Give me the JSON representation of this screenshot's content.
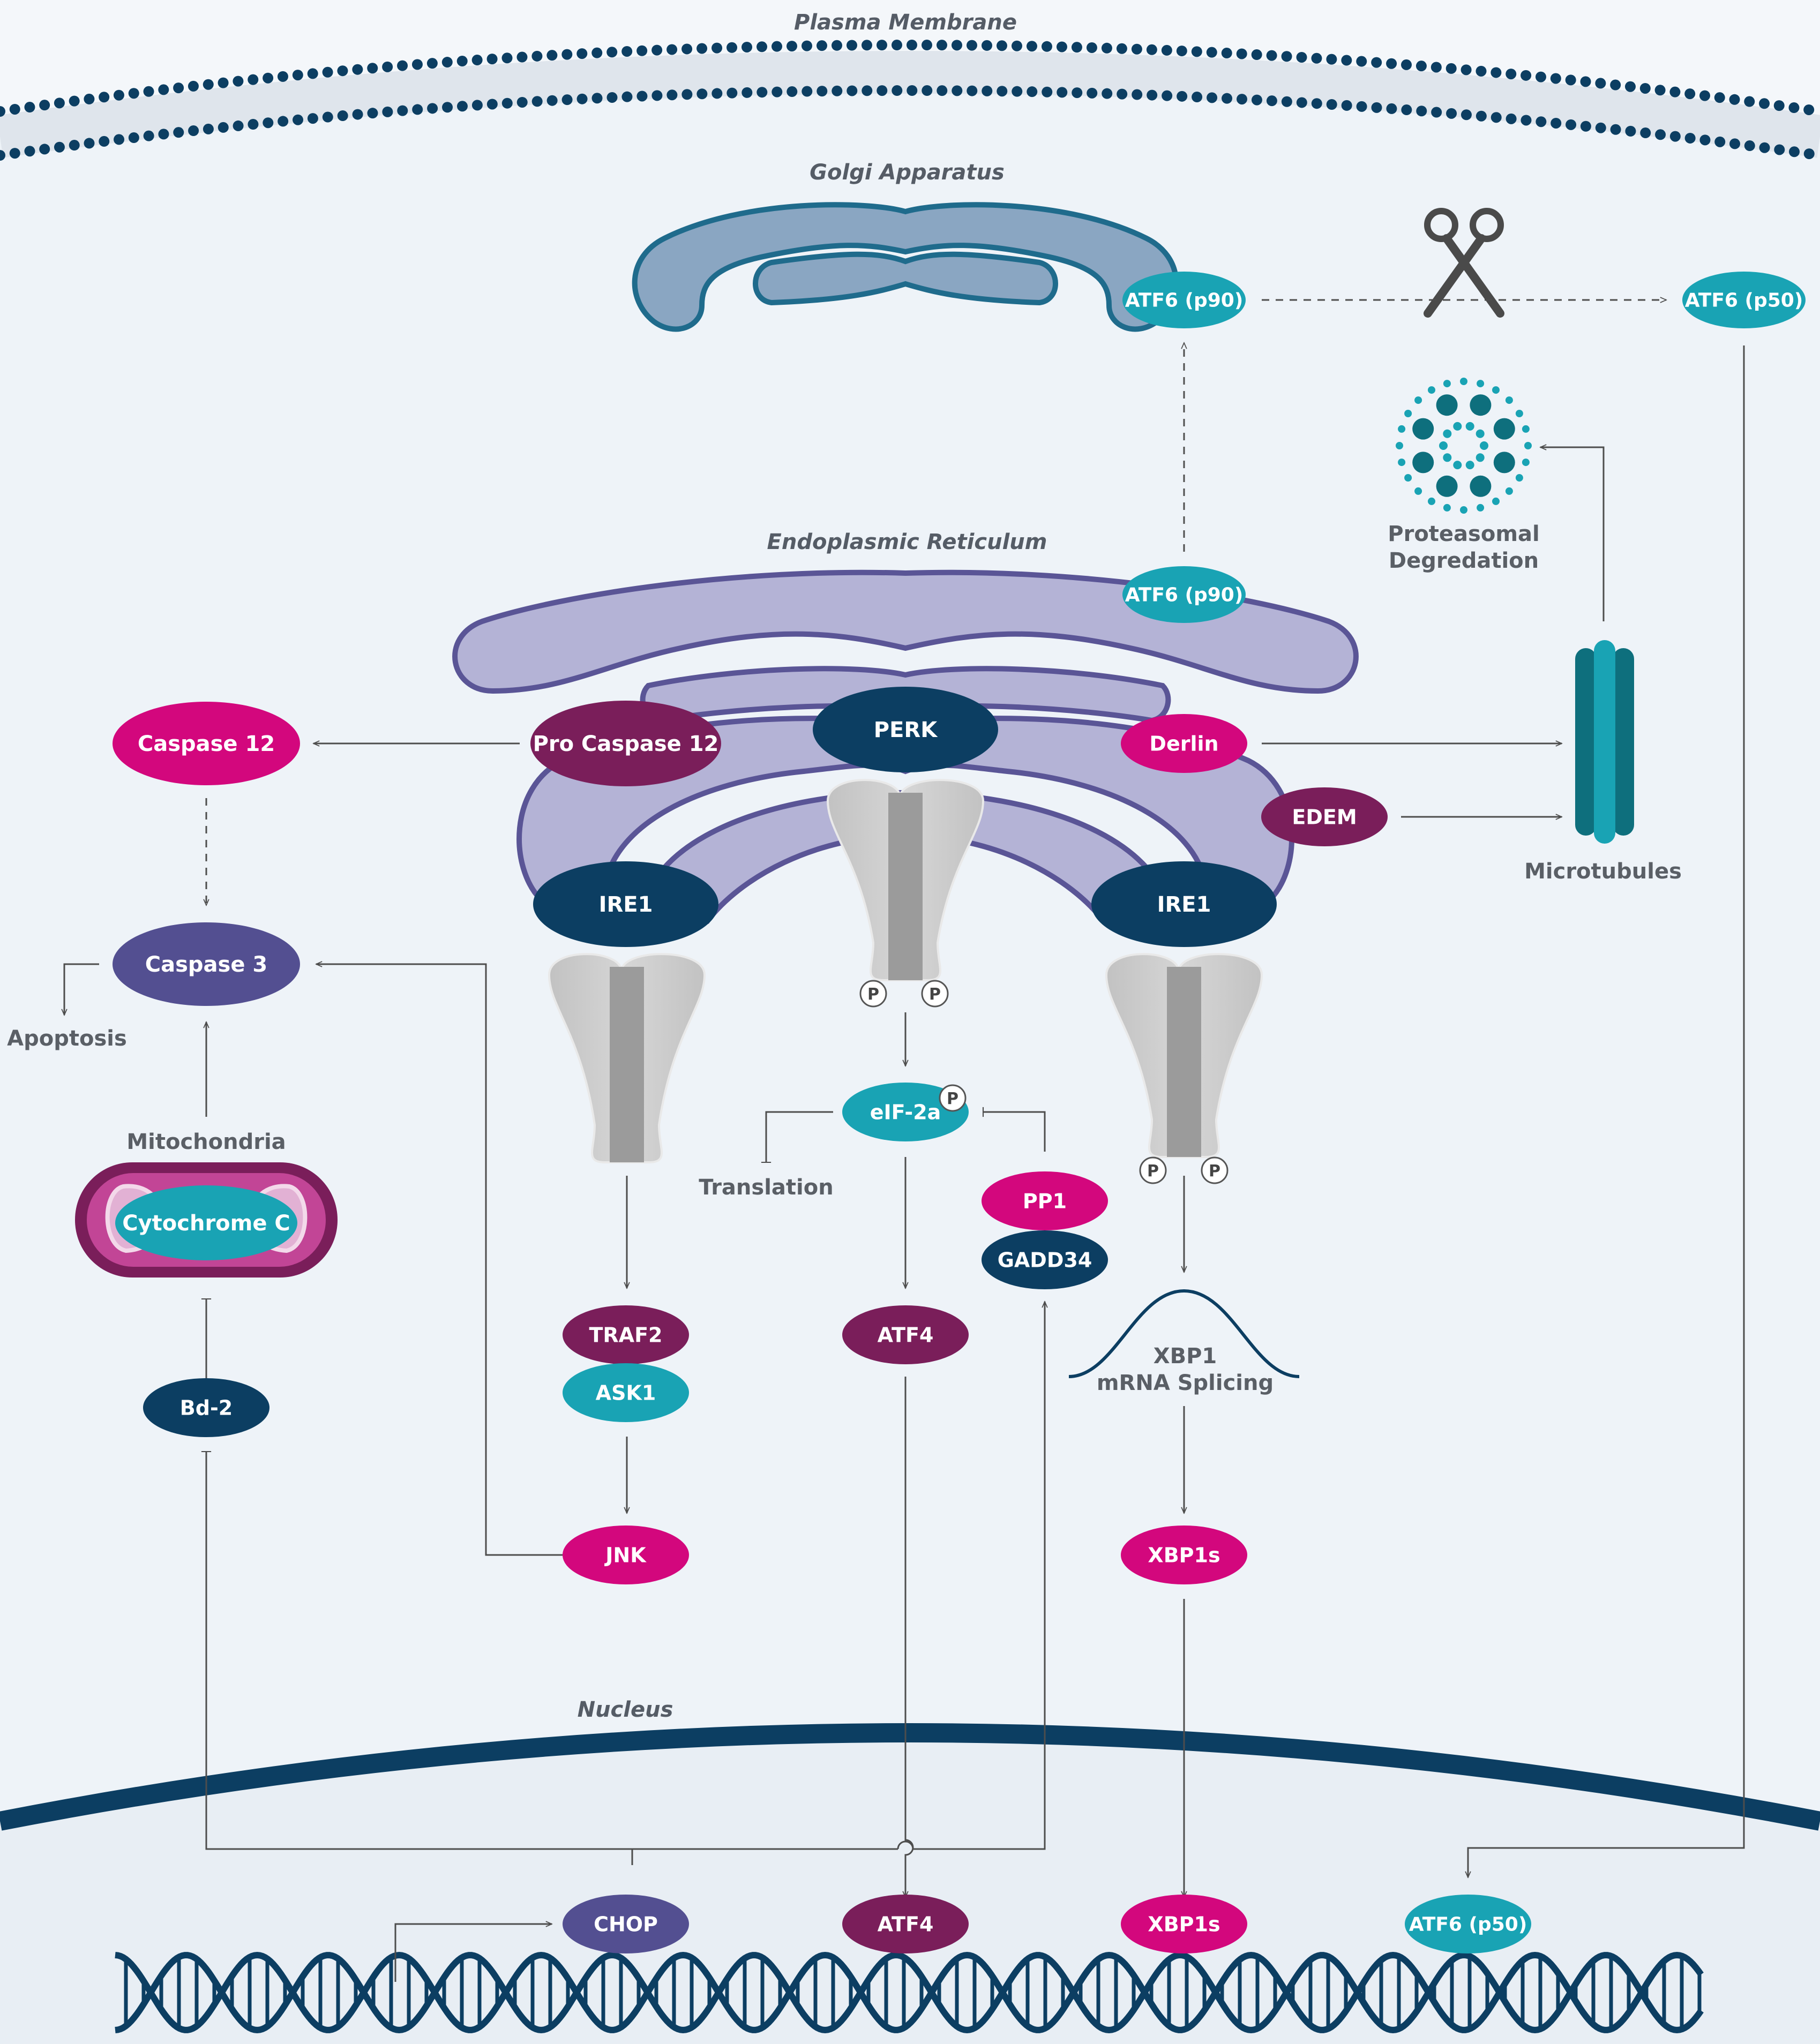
{
  "colors": {
    "navy": "#0c3e62",
    "magenta": "#d3077d",
    "plum": "#7a1e5a",
    "teal": "#19a3b4",
    "indigo": "#534f91",
    "er_fill": "#b4b3d6",
    "er_stroke": "#5a5596",
    "golgi_fill": "#8aa6c2",
    "golgi_stroke": "#1f6b8c",
    "background": "#f4f7fa",
    "cell_fill": "#eef3f8",
    "nucleus_fill": "#e8eef4"
  },
  "regions": {
    "plasma_membrane": "Plasma Membrane",
    "golgi": "Golgi Apparatus",
    "er": "Endoplasmic Reticulum",
    "nucleus": "Nucleus",
    "mitochondria": "Mitochondria",
    "microtubules": "Microtubules",
    "proteasome_line1": "Proteasomal",
    "proteasome_line2": "Degredation"
  },
  "nodes": {
    "atf6_p90_golgi": "ATF6 (p90)",
    "atf6_p50_top": "ATF6 (p50)",
    "atf6_p90_er": "ATF6 (p90)",
    "caspase12": "Caspase 12",
    "pro_caspase12": "Pro Caspase 12",
    "perk": "PERK",
    "derlin": "Derlin",
    "edem": "EDEM",
    "ire1_left": "IRE1",
    "ire1_right": "IRE1",
    "caspase3": "Caspase 3",
    "eif2a": "eIF-2a",
    "pp1": "PP1",
    "gadd34": "GADD34",
    "cytochrome_c": "Cytochrome C",
    "traf2": "TRAF2",
    "ask1": "ASK1",
    "atf4_mid": "ATF4",
    "bd2": "Bd-2",
    "jnk": "JNK",
    "xbp1s_mid": "XBP1s",
    "chop": "CHOP",
    "atf4_nuc": "ATF4",
    "xbp1s_nuc": "XBP1s",
    "atf6_p50_nuc": "ATF6 (p50)"
  },
  "labels": {
    "apoptosis": "Apoptosis",
    "translation": "Translation",
    "xbp1_line1": "XBP1",
    "xbp1_line2": "mRNA Splicing",
    "phospho": "P"
  }
}
